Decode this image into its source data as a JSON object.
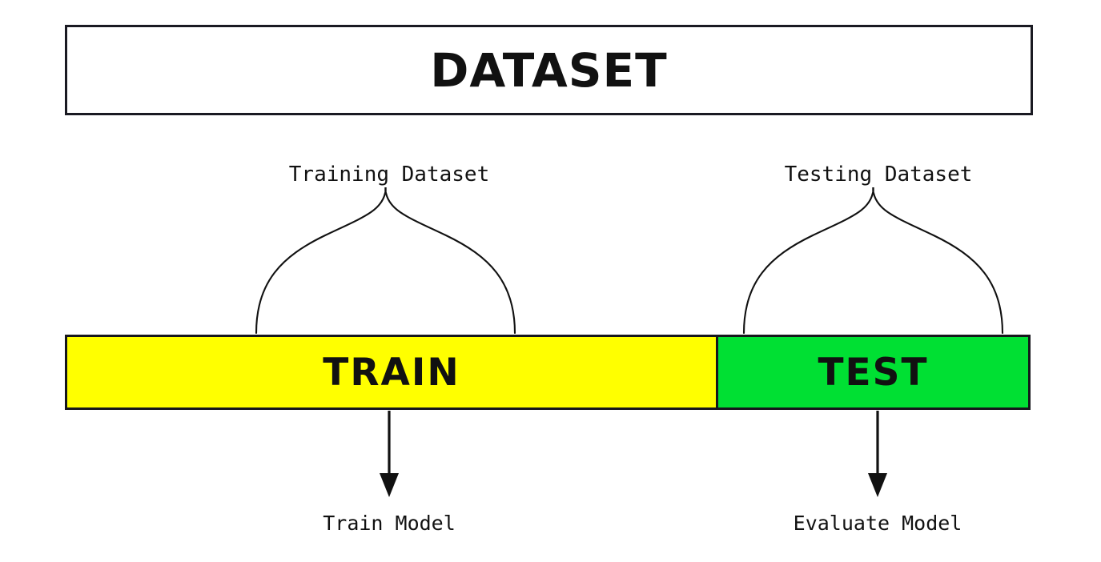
{
  "diagram": {
    "title": "DATASET",
    "header_box": {
      "label": "DATASET",
      "border_color": "#1a1a22",
      "fill": "#ffffff"
    },
    "split_bar": {
      "segments": [
        {
          "name": "train",
          "label": "TRAIN",
          "color": "#ffff00",
          "brace_label": "Training Dataset",
          "output_label": "Train Model",
          "fraction": 0.67
        },
        {
          "name": "test",
          "label": "TEST",
          "color": "#00e033",
          "brace_label": "Testing Dataset",
          "output_label": "Evaluate Model",
          "fraction": 0.33
        }
      ],
      "border_color": "#16161c"
    },
    "annotations": {
      "train_brace_label": "Training Dataset",
      "test_brace_label": "Testing Dataset",
      "train_output_label": "Train Model",
      "test_output_label": "Evaluate Model"
    },
    "colors": {
      "background": "#ffffff",
      "stroke": "#111111",
      "train_fill": "#ffff00",
      "test_fill": "#00e033"
    }
  }
}
